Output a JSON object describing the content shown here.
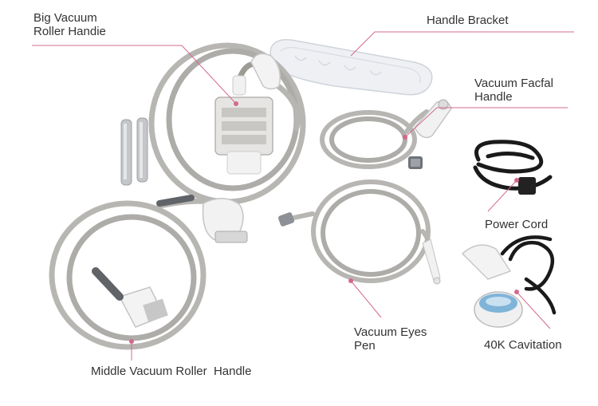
{
  "labels": {
    "big_vacuum_roller_handle": [
      "Big Vacuum",
      "Roller Handie"
    ],
    "handle_bracket": "Handle Bracket",
    "vacuum_facial_handle": [
      "Vacuum Facfal",
      "Handle"
    ],
    "power_cord": "Power Cord",
    "cavitation_40k": "40K Cavitation",
    "vacuum_eyes_pen": [
      "Vacuum Eyes",
      "Pen"
    ],
    "middle_vacuum_roller_handle": "Middle Vacuum Roller  Handle"
  },
  "colors": {
    "leader_line": "#d4688f",
    "cable": "#b8b6b3",
    "cable_shade": "#9e9b97",
    "handle_body": "#e9e9e9",
    "bracket": "#e8eaef",
    "black_cord": "#1a1a1a",
    "accent_blue": "#7fb4d8"
  }
}
